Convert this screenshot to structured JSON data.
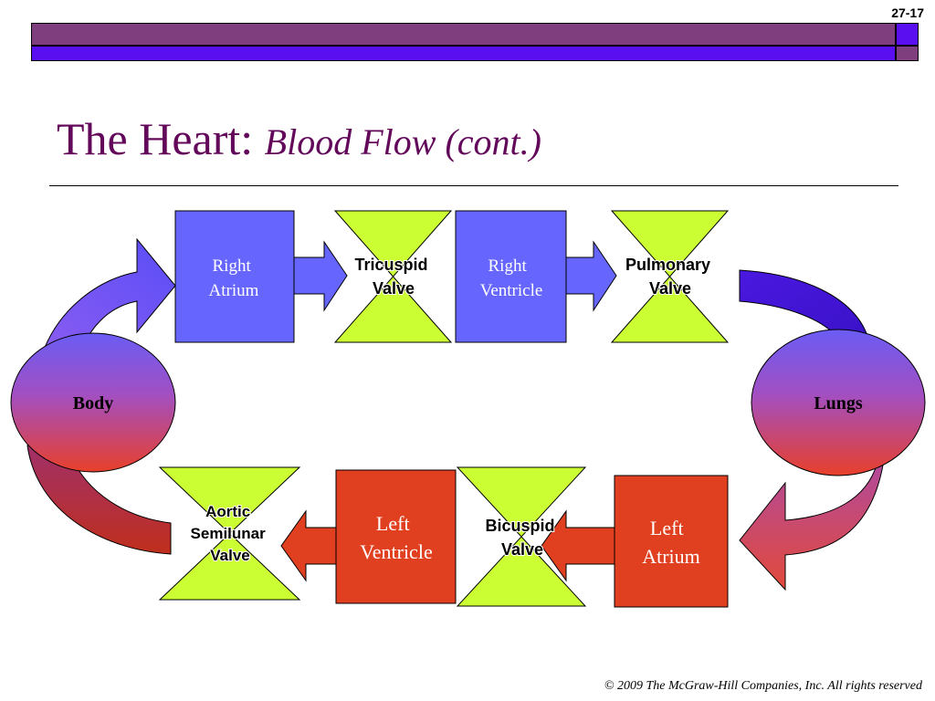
{
  "slide": {
    "number": "27-17",
    "title_main": "The Heart: ",
    "title_sub": "Blood Flow (cont.)",
    "copyright": "© 2009 The McGraw-Hill Companies, Inc. All rights reserved"
  },
  "colors": {
    "title": "#62075a",
    "bar_purple": "#7f3f7f",
    "bar_blue": "#5a0ff0",
    "right_chamber": "#6666ff",
    "left_chamber": "#e04020",
    "valve": "#ccff33"
  },
  "diagram": {
    "right_atrium": {
      "line1": "Right",
      "line2": "Atrium"
    },
    "right_ventricle": {
      "line1": "Right",
      "line2": "Ventricle"
    },
    "left_atrium": {
      "line1": "Left",
      "line2": "Atrium"
    },
    "left_ventricle": {
      "line1": "Left",
      "line2": "Ventricle"
    },
    "tricuspid_valve": {
      "line1": "Tricuspid",
      "line2": "Valve"
    },
    "pulmonary_valve": {
      "line1": "Pulmonary",
      "line2": "Valve"
    },
    "bicuspid_valve": {
      "line1": "Bicuspid",
      "line2": "Valve"
    },
    "aortic_valve": {
      "line1": "Aortic",
      "line2": "Semilunar",
      "line3": "Valve"
    },
    "body": "Body",
    "lungs": "Lungs"
  }
}
